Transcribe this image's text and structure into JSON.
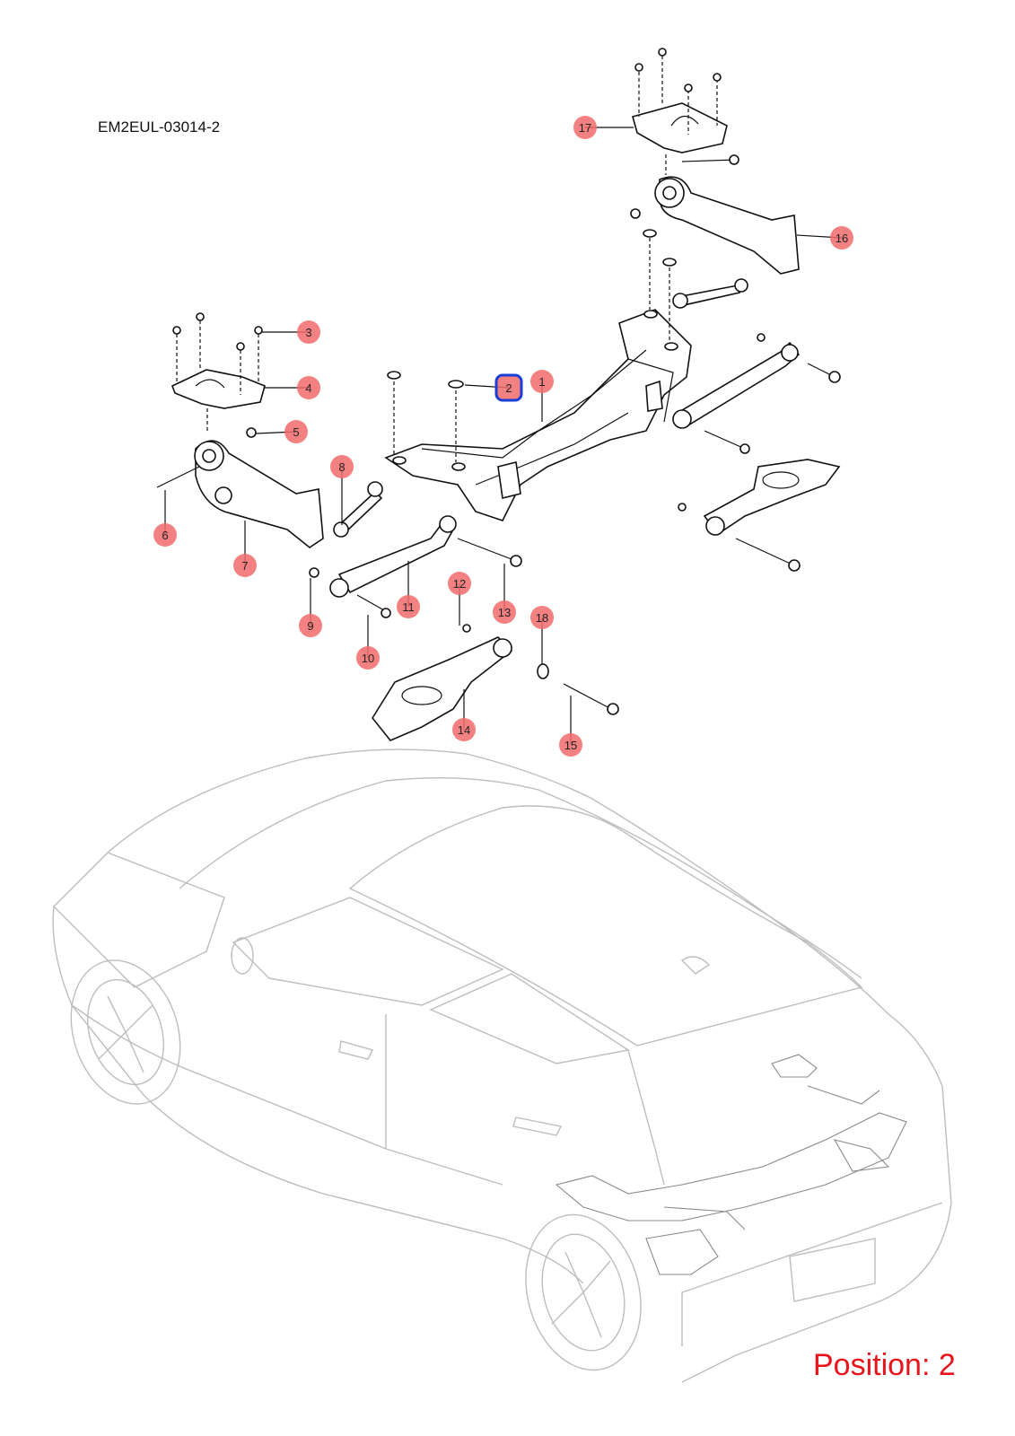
{
  "diagram_code": "EM2EUL-03014-2",
  "position_label": "Position: 2",
  "selected_callout": "2",
  "colors": {
    "callout_fill": "#f26b6b",
    "selected_ring": "#1a3fd6",
    "position_text": "#e8141b",
    "car_outline": "#bdbdbd"
  },
  "callouts": [
    {
      "id": "1",
      "label": "1"
    },
    {
      "id": "2",
      "label": "2"
    },
    {
      "id": "3",
      "label": "3"
    },
    {
      "id": "4",
      "label": "4"
    },
    {
      "id": "5",
      "label": "5"
    },
    {
      "id": "6",
      "label": "6"
    },
    {
      "id": "7",
      "label": "7"
    },
    {
      "id": "8",
      "label": "8"
    },
    {
      "id": "9",
      "label": "9"
    },
    {
      "id": "10",
      "label": "10"
    },
    {
      "id": "11",
      "label": "11"
    },
    {
      "id": "12",
      "label": "12"
    },
    {
      "id": "13",
      "label": "13"
    },
    {
      "id": "14",
      "label": "14"
    },
    {
      "id": "15",
      "label": "15"
    },
    {
      "id": "16",
      "label": "16"
    },
    {
      "id": "17",
      "label": "17"
    },
    {
      "id": "18",
      "label": "18"
    }
  ]
}
